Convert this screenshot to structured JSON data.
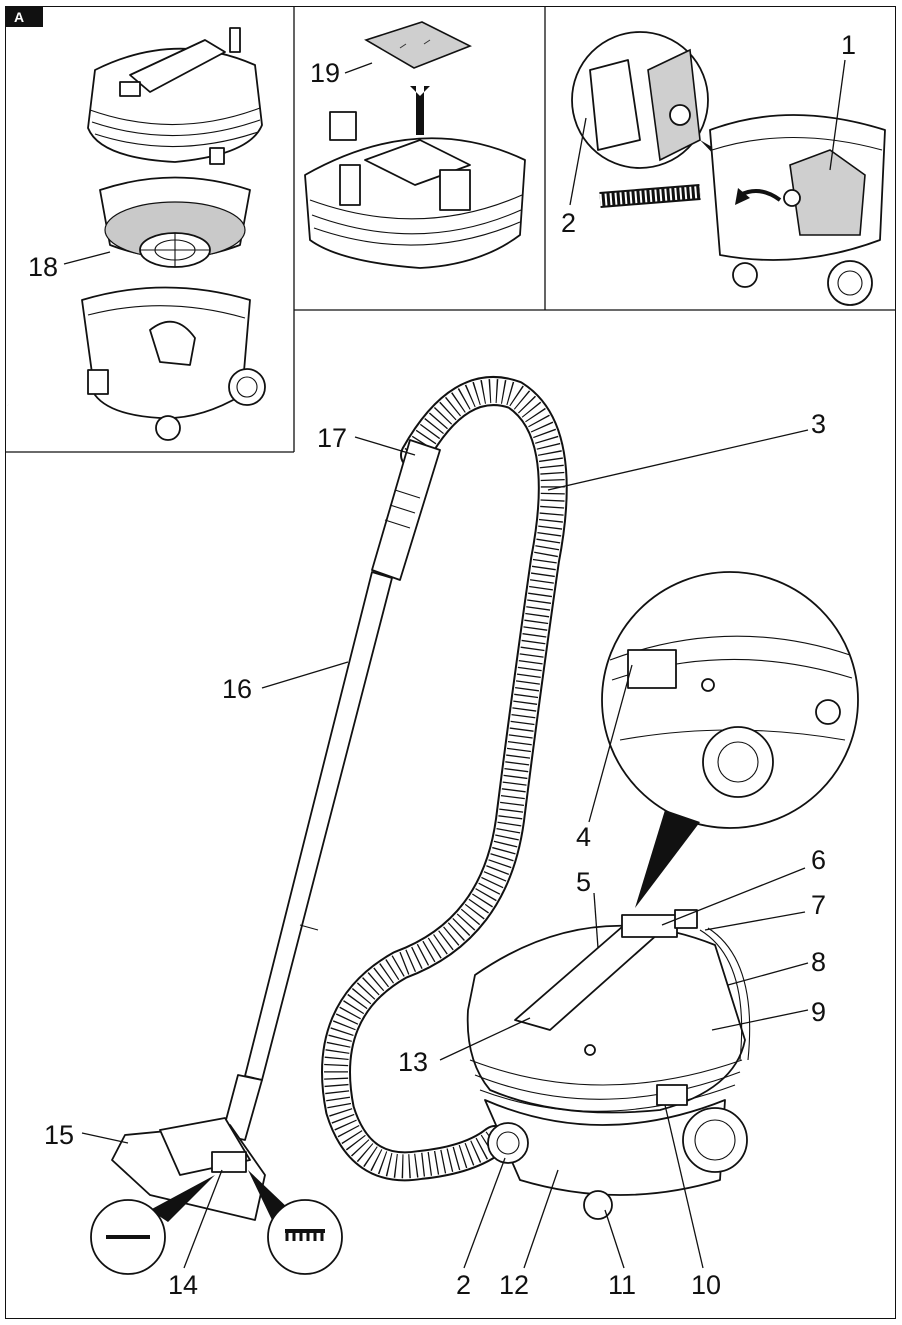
{
  "badge": "A",
  "callouts": [
    {
      "id": "1",
      "text": "1"
    },
    {
      "id": "2a",
      "text": "2"
    },
    {
      "id": "3",
      "text": "3"
    },
    {
      "id": "4",
      "text": "4"
    },
    {
      "id": "5",
      "text": "5"
    },
    {
      "id": "6",
      "text": "6"
    },
    {
      "id": "7",
      "text": "7"
    },
    {
      "id": "8",
      "text": "8"
    },
    {
      "id": "9",
      "text": "9"
    },
    {
      "id": "10",
      "text": "10"
    },
    {
      "id": "11",
      "text": "11"
    },
    {
      "id": "12",
      "text": "12"
    },
    {
      "id": "13",
      "text": "13"
    },
    {
      "id": "14",
      "text": "14"
    },
    {
      "id": "15",
      "text": "15"
    },
    {
      "id": "16",
      "text": "16"
    },
    {
      "id": "17",
      "text": "17"
    },
    {
      "id": "18",
      "text": "18"
    },
    {
      "id": "19",
      "text": "19"
    },
    {
      "id": "2b",
      "text": "2"
    }
  ]
}
